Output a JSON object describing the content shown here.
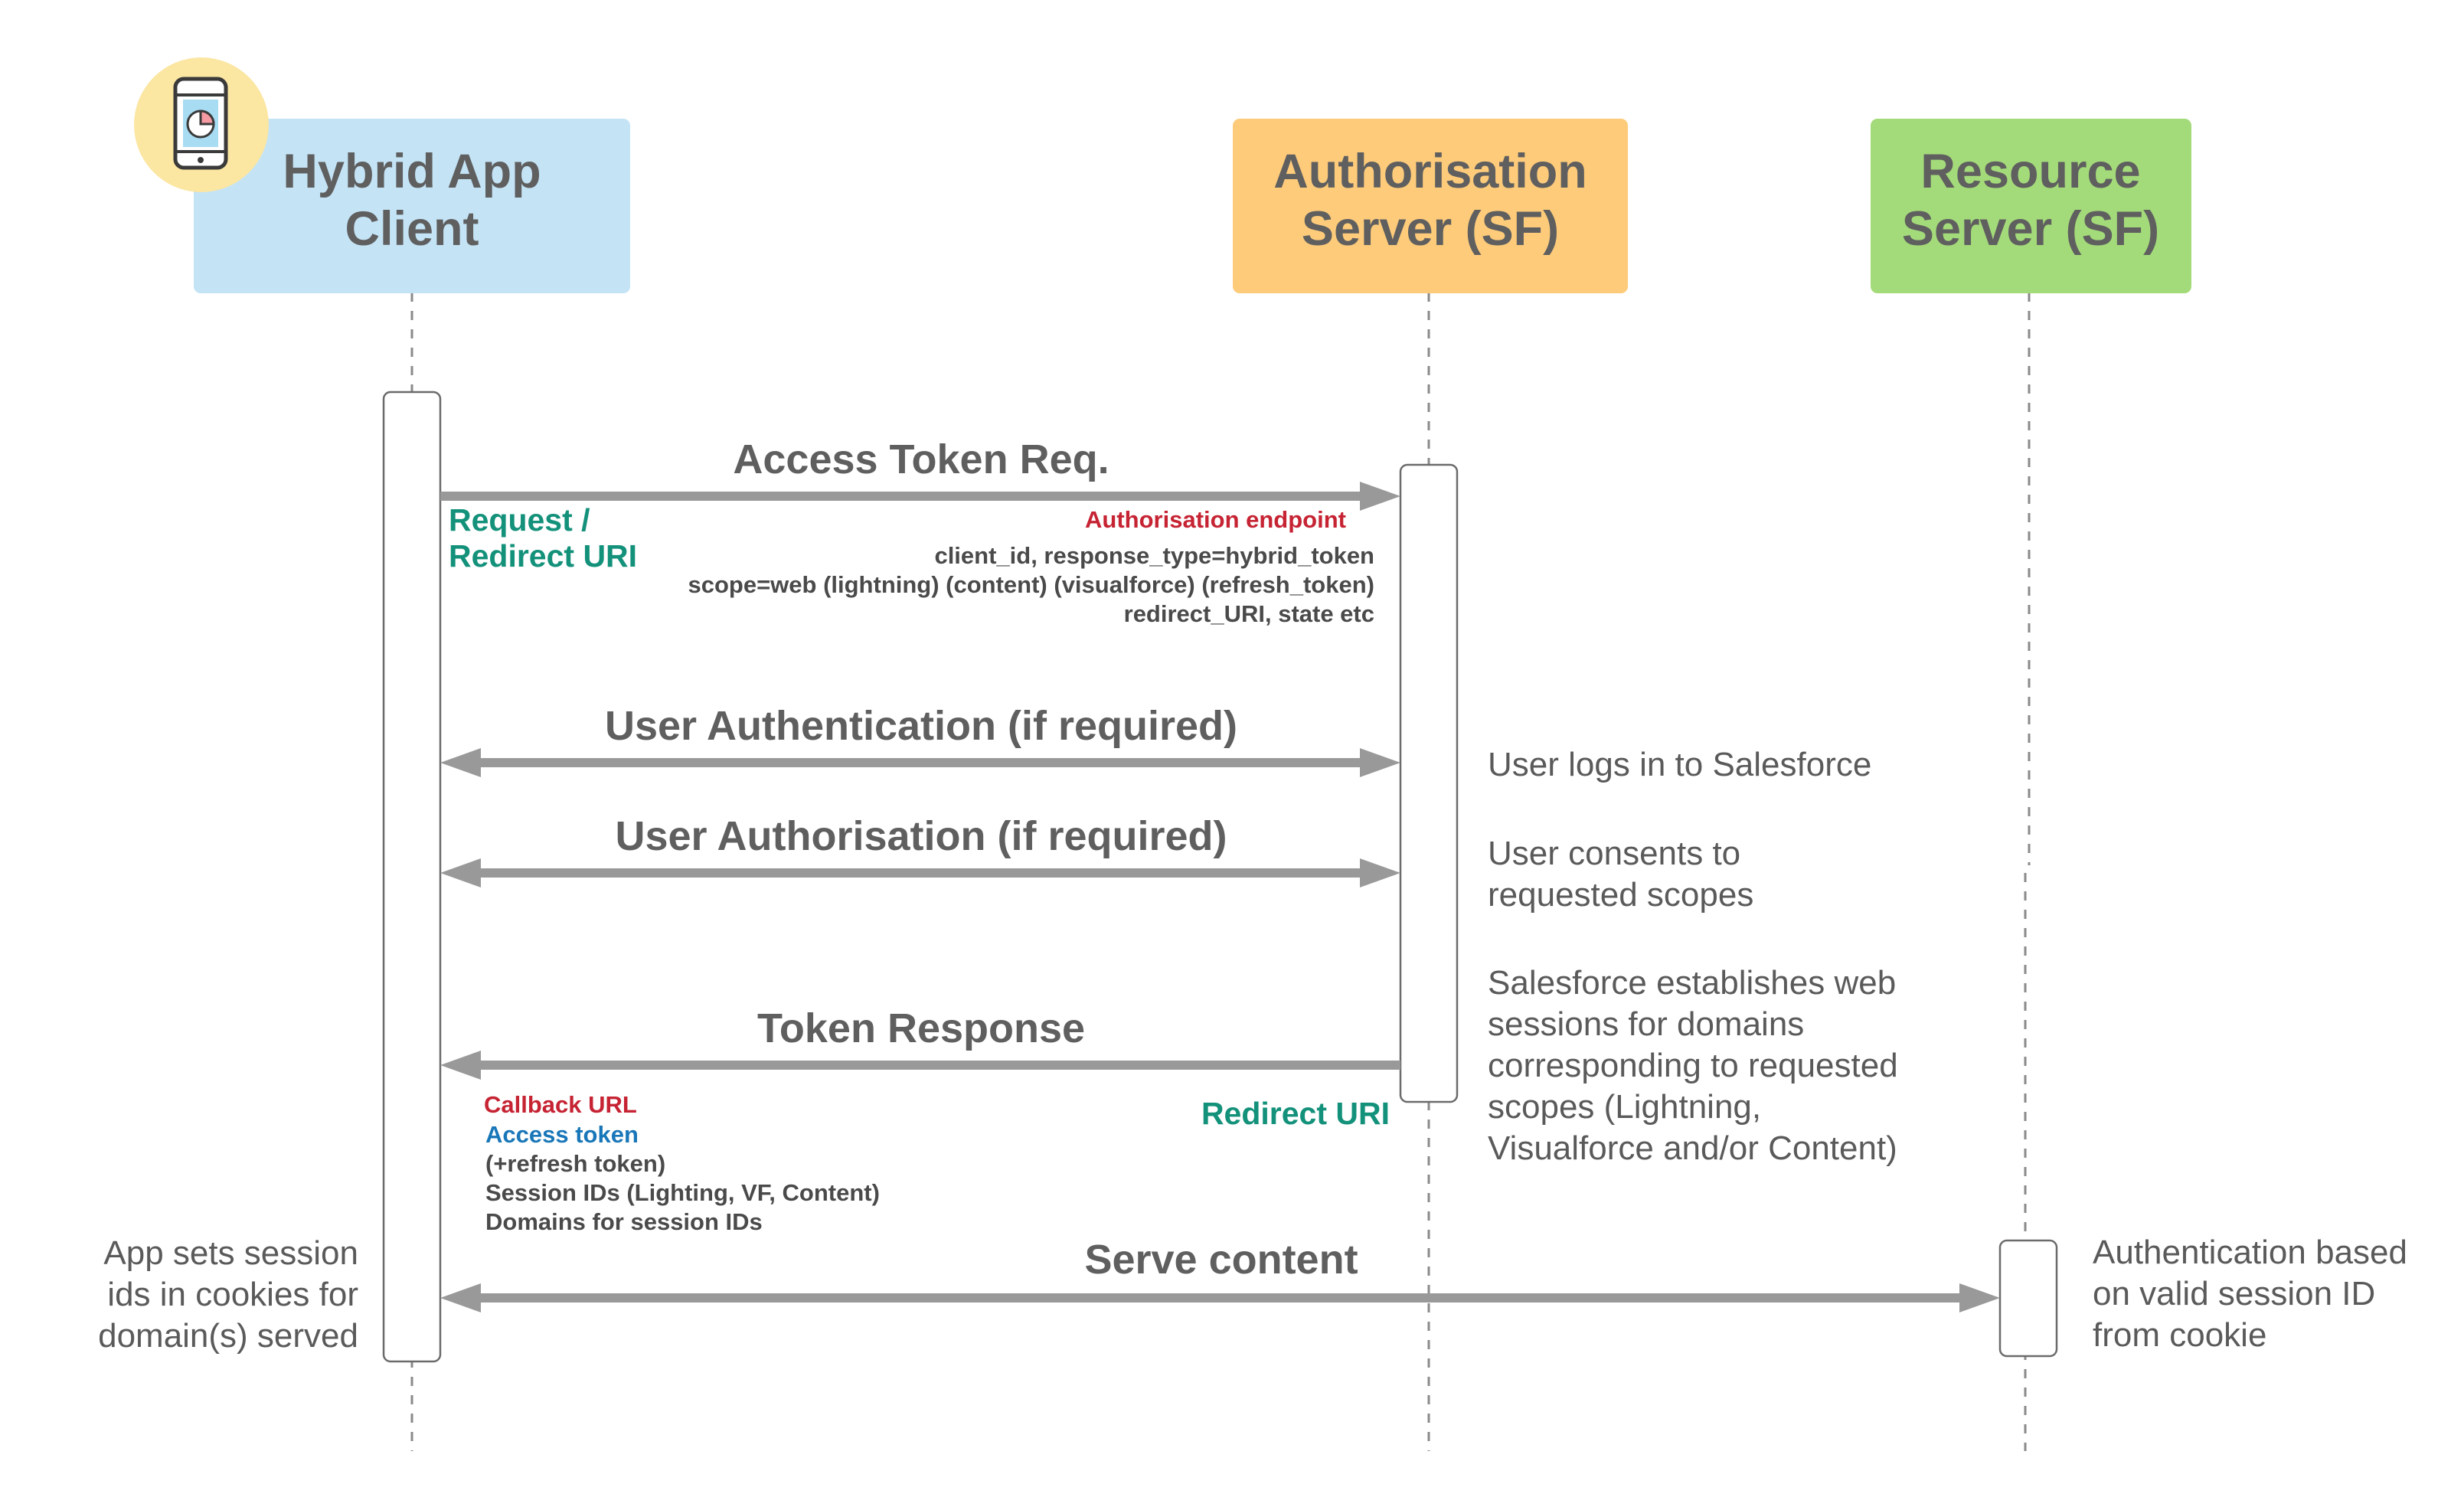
{
  "participants": {
    "client": {
      "line1": "Hybrid App",
      "line2": "Client",
      "color": "#c4e4f6",
      "icon": "mobile-pie-chart-icon",
      "icon_bg": "#fbe6a2"
    },
    "auth": {
      "line1": "Authorisation",
      "line2": "Server (SF)",
      "color": "#fecb7a"
    },
    "resource": {
      "line1": "Resource",
      "line2": "Server (SF)",
      "color": "#a4db7a"
    }
  },
  "messages": {
    "access_token_req": "Access Token Req.",
    "user_authentication": "User Authentication (if required)",
    "user_authorisation": "User Authorisation (if required)",
    "token_response": "Token Response",
    "serve_content": "Serve content"
  },
  "request_details": {
    "request_label_1": "Request /",
    "request_label_2": "Redirect URI",
    "endpoint": "Authorisation endpoint",
    "param_1": "client_id, response_type=hybrid_token",
    "param_2": "scope=web (lightning) (content) (visualforce) (refresh_token)",
    "param_3": "redirect_URI, state etc"
  },
  "response_details": {
    "callback": "Callback URL",
    "access_token": "Access token",
    "refresh_token": "(+refresh token)",
    "session_ids": "Session IDs (Lighting, VF, Content)",
    "domains": "Domains for session IDs",
    "redirect_uri": "Redirect URI"
  },
  "notes": {
    "login": "User logs in to Salesforce",
    "consent_1": "User consents to",
    "consent_2": "requested scopes",
    "sessions_1": "Salesforce establishes web",
    "sessions_2": "sessions for domains",
    "sessions_3": "corresponding to requested",
    "sessions_4": "scopes (Lightning,",
    "sessions_5": "Visualforce and/or Content)",
    "app_1": "App sets session",
    "app_2": "ids in cookies for",
    "app_3": "domain(s) served",
    "resource_1": "Authentication based",
    "resource_2": "on valid session ID",
    "resource_3": "from cookie"
  }
}
